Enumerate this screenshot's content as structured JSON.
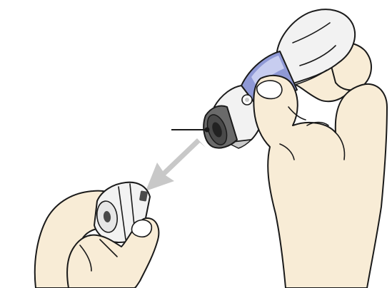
{
  "illustration": {
    "content": "instruction-drawing",
    "colors": {
      "background": "#ffffff",
      "skin": "#f8ecd6",
      "outline": "#1a1a1a",
      "device_body": "#f2f2f2",
      "device_shade": "#c9c9c9",
      "device_window": "#8f99d6",
      "device_window_light": "#c7cdf0",
      "mouthpiece_dark": "#4a4a4a",
      "arrow": "#c8c8c8"
    },
    "icons": {
      "arrow": "arrow-down-left",
      "callout": "leader-line-with-dot"
    }
  }
}
